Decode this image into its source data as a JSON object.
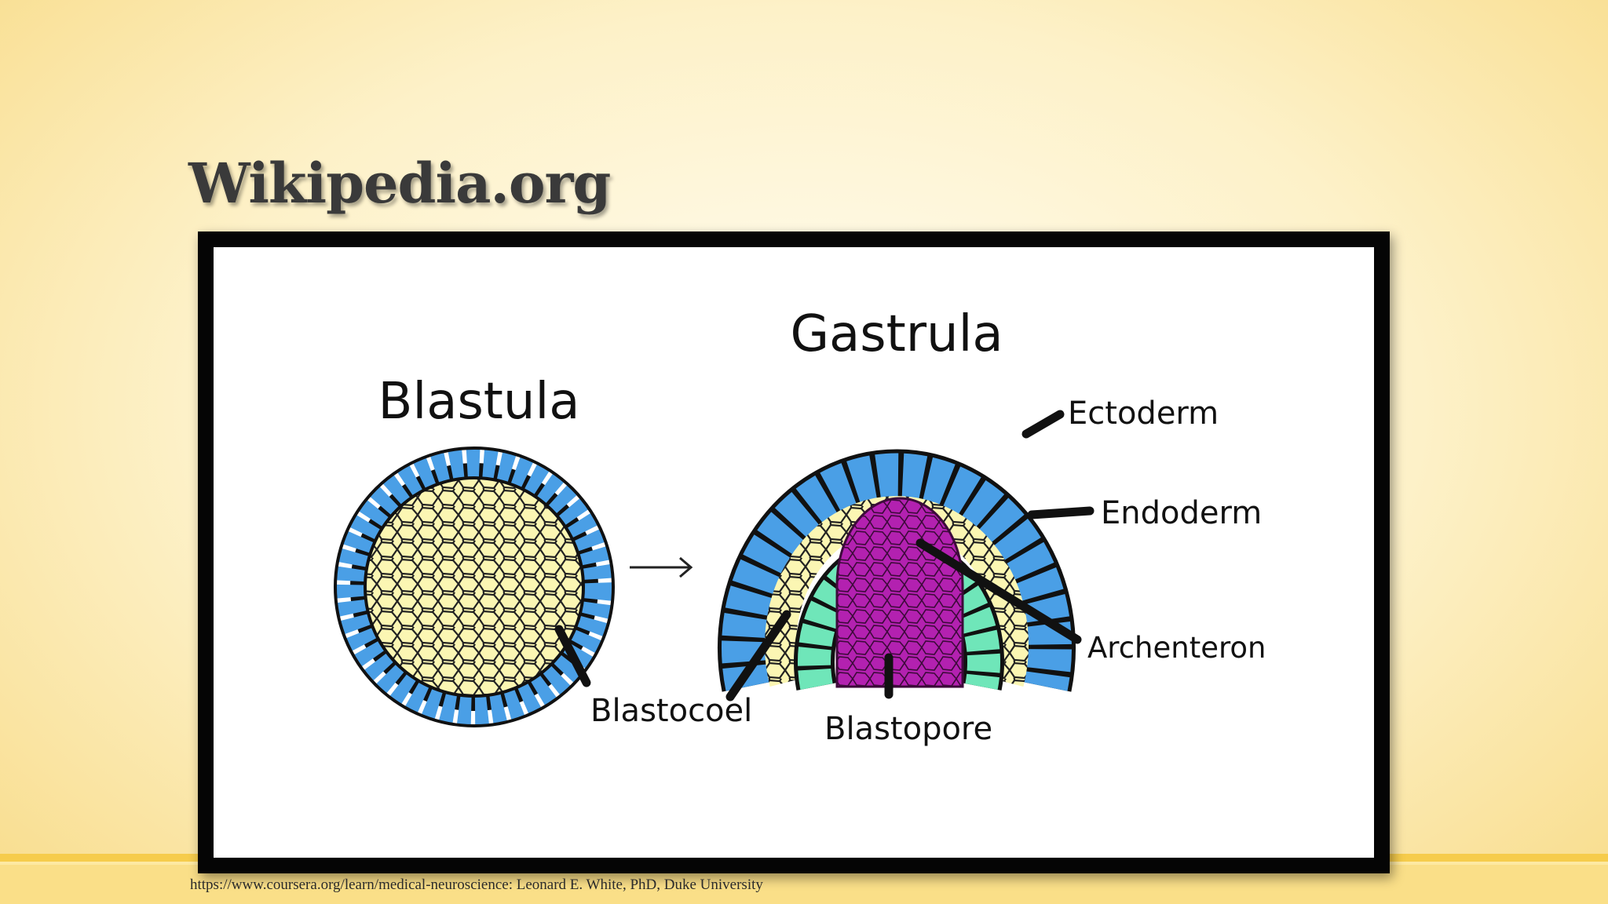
{
  "slide": {
    "title": "Wikipedia.org",
    "caption": "https://www.coursera.org/learn/medical-neuroscience: Leonard E. White, PhD, Duke University"
  },
  "diagram": {
    "blastula_title": "Blastula",
    "gastrula_title": "Gastrula",
    "labels": {
      "ectoderm": "Ectoderm",
      "endoderm": "Endoderm",
      "archenteron": "Archenteron",
      "blastocoel": "Blastocoel",
      "blastopore": "Blastopore"
    },
    "colors": {
      "ectoderm_cells": "#4a9fe6",
      "endoderm_cells": "#6fe6b9",
      "archenteron": "#b321b0",
      "blastocoel_fill": "#fbf6b3",
      "frame": "#050505"
    }
  }
}
